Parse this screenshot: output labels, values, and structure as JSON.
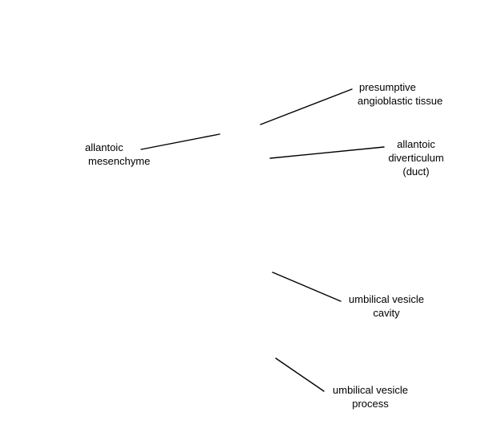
{
  "diagram": {
    "labels": {
      "allantoic_mesenchyme": [
        "allantoic",
        "mesenchyme"
      ],
      "presumptive_angioblastic_tissue": [
        "presumptive",
        "angioblastic tissue"
      ],
      "allantoic_diverticulum": [
        "allantoic",
        "diverticulum",
        "(duct)"
      ],
      "umbilical_vesicle_cavity": [
        "umbilical vesicle",
        "cavity"
      ],
      "umbilical_vesicle_process": [
        "umbilical vesicle",
        "process"
      ]
    },
    "line_color": "#000000",
    "text_color": "#000000",
    "background_color": "#ffffff"
  }
}
